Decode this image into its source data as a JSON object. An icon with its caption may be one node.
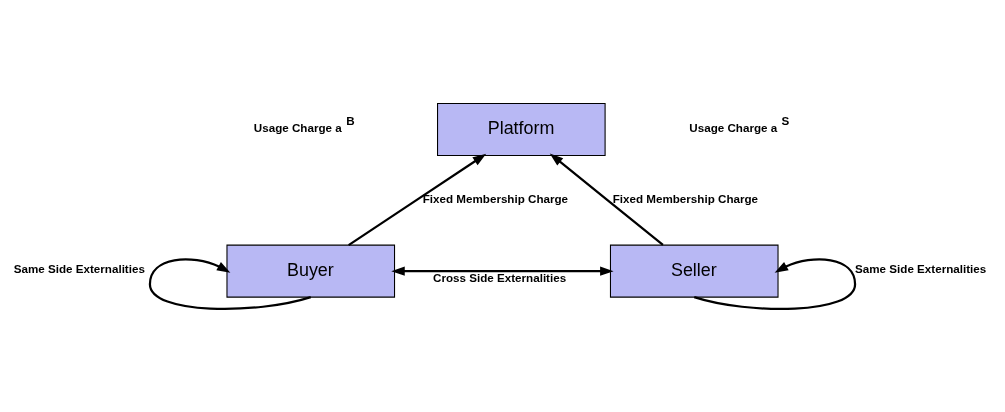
{
  "diagram": {
    "nodes": [
      {
        "text": [
          "Platform"
        ]
      },
      {
        "text": [
          "Buyer"
        ]
      },
      {
        "text": [
          "Seller"
        ]
      }
    ],
    "edges": [
      {
        "from": 1,
        "to": 0,
        "arrow": "to",
        "label": "Fixed Membership Charge"
      },
      {
        "from": 2,
        "to": 0,
        "arrow": "to",
        "label": "Fixed Membership Charge"
      },
      {
        "from": 1,
        "to": 2,
        "arrow": "both",
        "label": "Cross Side Externalities"
      },
      {
        "from": 1,
        "to": 1,
        "arrow": "to",
        "label": "Same Side Externalities"
      },
      {
        "from": 2,
        "to": 2,
        "arrow": "to",
        "label": "Same Side Externalities"
      }
    ],
    "labels": [
      "Usage Charge a$^{B}$",
      "Usage Charge a$^{S}$"
    ]
  }
}
